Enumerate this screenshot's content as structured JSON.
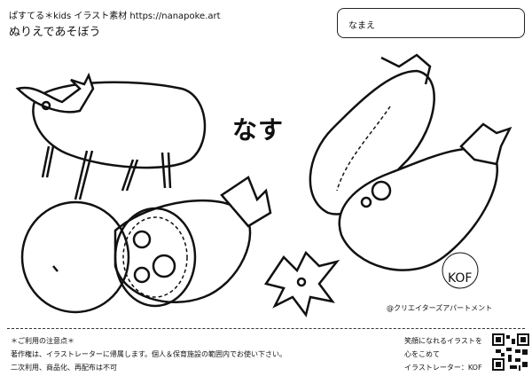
{
  "header": {
    "site": "ぱすてる＊kids イラスト素材 https://nanapoke.art",
    "title": "ぬりえであそぼう"
  },
  "name_box": {
    "label": "なまえ"
  },
  "main": {
    "heading": "なす",
    "signature": "KOF",
    "credit": "@クリエイターズアパートメント"
  },
  "footer": {
    "notes_title": "＊ご利用の注意点＊",
    "note1": "著作権は、イラストレーターに帰属します。個人＆保育施設の範囲内でお使い下さい。",
    "note2": "二次利用、商品化、再配布は不可",
    "message1": "笑顔になれるイラストを",
    "message2": "心をこめて",
    "illustrator": "イラストレーター：KOF"
  }
}
